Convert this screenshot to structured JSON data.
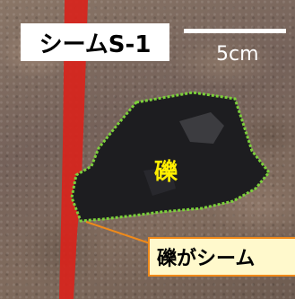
{
  "labels": {
    "title": "シームS-1",
    "scale": "5cm",
    "center": "礫",
    "callout": "礫がシーム"
  },
  "colors": {
    "red_stripe": "#d8241c",
    "pebble": "#1d1d20",
    "outline": "#7bd13a",
    "center_text": "#ffee00",
    "callout_border": "#f08a1a",
    "callout_bg": "#fff9cc"
  }
}
